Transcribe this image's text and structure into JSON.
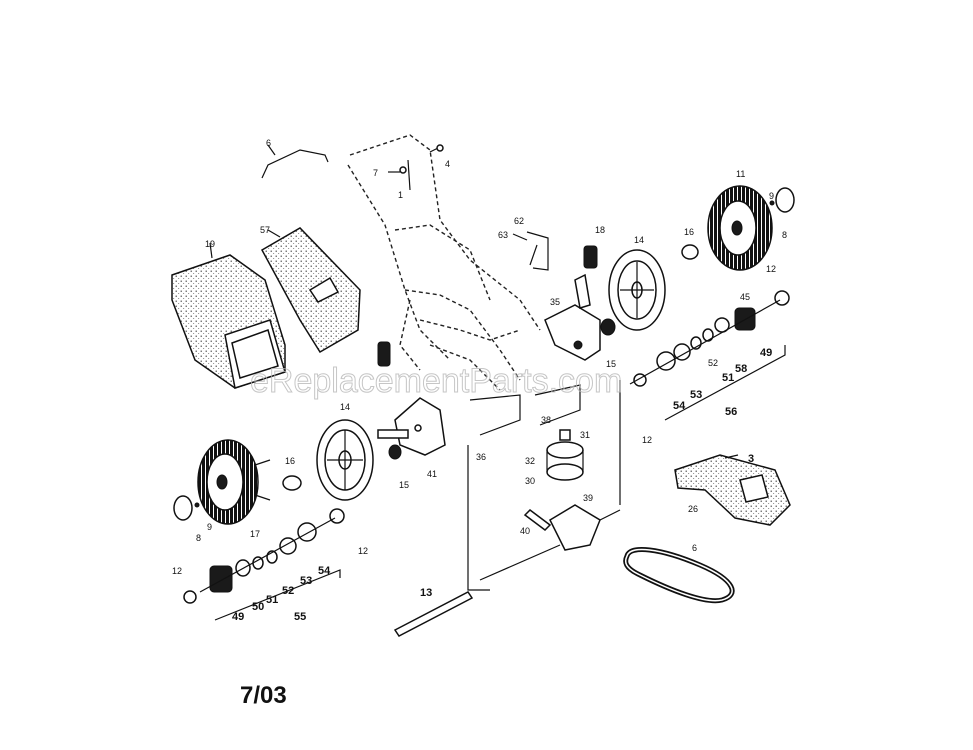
{
  "watermark": "eReplacementParts.com",
  "date_code": "7/03",
  "labels": {
    "p6a": "6",
    "p7": "7",
    "p4": "4",
    "p1": "1",
    "p19": "19",
    "p57": "57",
    "p62": "62",
    "p63": "63",
    "p18": "18",
    "p35": "35",
    "p14a": "14",
    "p16a": "16",
    "p11a": "11",
    "p9a": "9",
    "p8a": "8",
    "p12a": "12",
    "p15a": "15",
    "p45": "45",
    "p49a": "49",
    "p58": "58",
    "p51a": "51",
    "p52a": "52",
    "p53a": "53",
    "p54a": "54",
    "p56": "56",
    "p12b": "12",
    "p31": "31",
    "p32": "32",
    "p30": "30",
    "p36": "36",
    "p38": "38",
    "p14b": "14",
    "p41": "41",
    "p15b": "15",
    "p16b": "16",
    "p3": "3",
    "p26": "26",
    "p6b": "6",
    "p9b": "9",
    "p8b": "8",
    "p17": "17",
    "p12c": "12",
    "p40": "40",
    "p39": "39",
    "p13": "13",
    "p12d": "12",
    "p49b": "49",
    "p50": "50",
    "p51b": "51",
    "p52b": "52",
    "p53b": "53",
    "p54b": "54",
    "p55": "55"
  }
}
